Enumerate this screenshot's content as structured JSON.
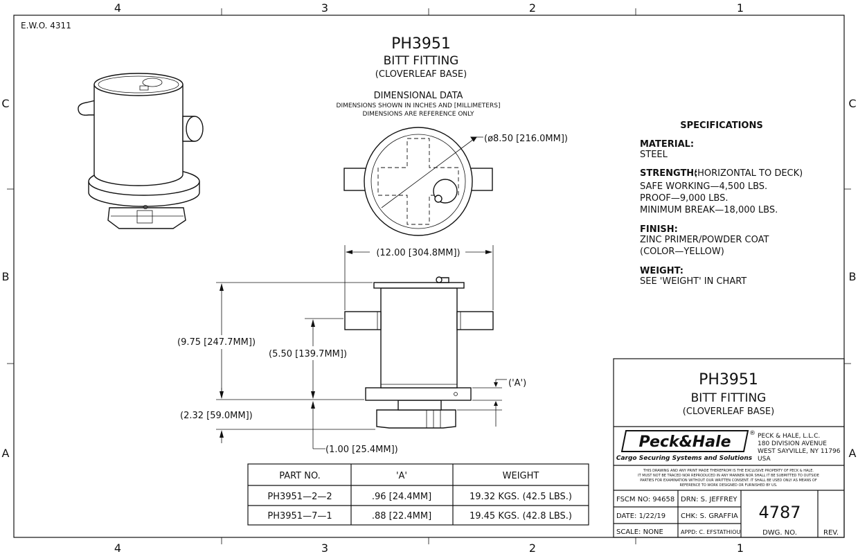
{
  "border": {
    "zones_top": [
      "4",
      "3",
      "2",
      "1"
    ],
    "zones_bottom": [
      "4",
      "3",
      "2",
      "1"
    ],
    "zones_left": [
      "C",
      "B",
      "A"
    ],
    "zones_right": [
      "C",
      "B",
      "A"
    ],
    "ewo": "E.W.O.  4311"
  },
  "header": {
    "part_number": "PH3951",
    "name": "BITT  FITTING",
    "subtitle": "(CLOVERLEAF  BASE)",
    "dim_title": "DIMENSIONAL  DATA",
    "dim_note1": "DIMENSIONS  SHOWN  IN  INCHES  AND  [MILLIMETERS]",
    "dim_note2": "DIMENSIONS  ARE  REFERENCE  ONLY"
  },
  "dimensions": {
    "diameter": "(ø8.50  [216.0MM])",
    "width": "(12.00  [304.8MM])",
    "height_total": "(9.75  [247.7MM])",
    "height_body": "(5.50  [139.7MM])",
    "base_height": "(2.32  [59.0MM])",
    "base_offset": "(1.00  [25.4MM])",
    "a_ref": "('A')"
  },
  "specs": {
    "title": "SPECIFICATIONS",
    "material_label": "MATERIAL:",
    "material": "STEEL",
    "strength_label": "STRENGTH:",
    "strength_note": "(HORIZONTAL  TO  DECK)",
    "strength_lines": [
      "SAFE  WORKING—4,500  LBS.",
      "PROOF—9,000  LBS.",
      "MINIMUM  BREAK—18,000  LBS."
    ],
    "finish_label": "FINISH:",
    "finish_lines": [
      "ZINC  PRIMER/POWDER  COAT",
      "(COLOR—YELLOW)"
    ],
    "weight_label": "WEIGHT:",
    "weight": "SEE  'WEIGHT'  IN  CHART"
  },
  "table": {
    "headers": [
      "PART  NO.",
      "'A'",
      "WEIGHT"
    ],
    "rows": [
      [
        "PH3951—2—2",
        ".96  [24.4MM]",
        "19.32  KGS.  (42.5  LBS.)"
      ],
      [
        "PH3951—7—1",
        ".88  [22.4MM]",
        "19.45  KGS.  (42.8  LBS.)"
      ]
    ]
  },
  "title_block": {
    "part_number": "PH3951",
    "name": "BITT  FITTING",
    "subtitle": "(CLOVERLEAF  BASE)",
    "logo": "Peck&Hale",
    "logo_mark": "®",
    "tagline": "Cargo Securing Systems and Solutions",
    "address": [
      "PECK  &  HALE,  L.L.C.",
      "180  DIVISION  AVENUE",
      "WEST  SAYVILLE,  NY  11796",
      "USA"
    ],
    "notice": [
      "THIS  DRAWING  AND  ANY  PRINT  MADE  THEREFROM  IS  THE  EXCLUSIVE  PROPERTY  OF  PECK  &  HALE.",
      "IT  MUST  NOT  BE  TRACED  NOR  REPRODUCED  IN  ANY  MANNER  NOR  SHALL  IT  BE  SUBMITTED  TO  OUTSIDE",
      "PARTIES  FOR  EXAMINATION  WITHOUT  OUR  WRITTEN  CONSENT.  IT  SHALL  BE  USED  ONLY  AS  MEANS  OF",
      "REFERENCE  TO  WORK  DESIGNED  OR  FURNISHED  BY  US."
    ],
    "fscm": "FSCM  NO:  94658",
    "date": "DATE:  1/22/19",
    "scale": "SCALE:  NONE",
    "drn": "DRN:  S.  JEFFREY",
    "chk": "CHK:  S.  GRAFFIA",
    "appd": "APPD:  C.  EFSTATHIOU",
    "dwg_no": "4787",
    "dwg_label": "DWG.  NO.",
    "rev_label": "REV."
  }
}
